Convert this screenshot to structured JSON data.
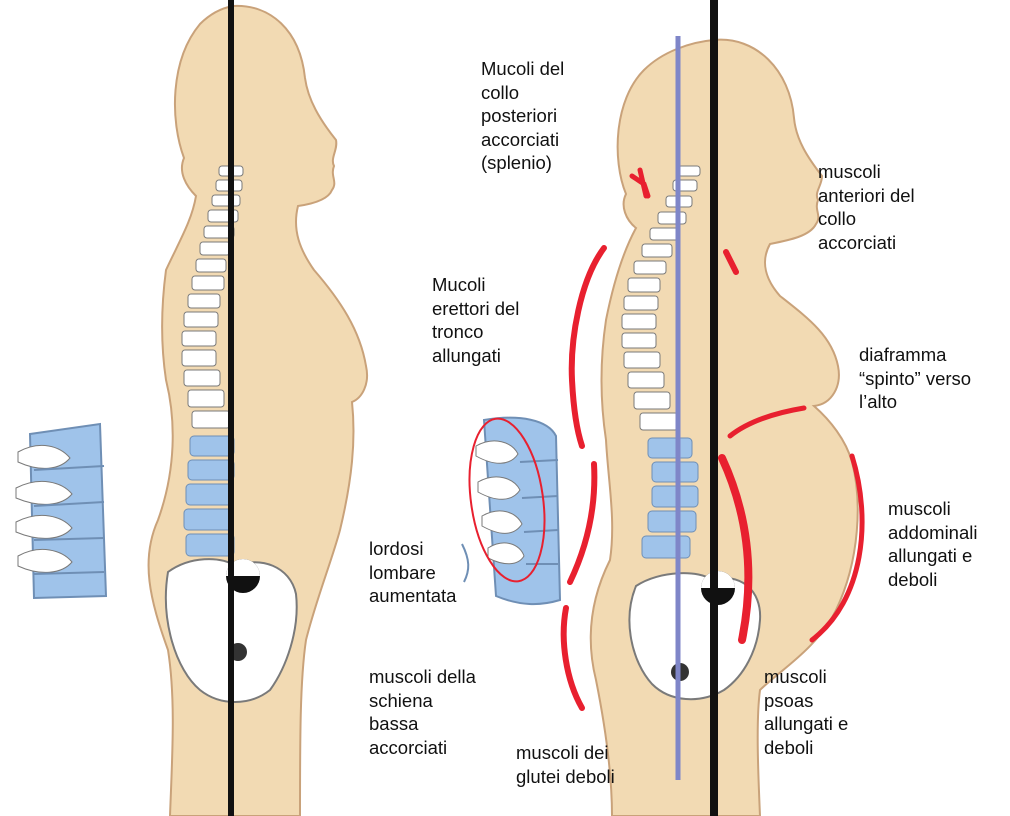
{
  "colors": {
    "skin": "#f2dab3",
    "skin_outline": "#c9a27a",
    "spine_bone": "#ffffff",
    "spine_outline": "#7a7a7a",
    "lumbar_blue": "#9fc3ea",
    "plumb_line": "#111111",
    "blue_line": "#7f86c8",
    "muscle_mark": "#e8202f"
  },
  "labels": {
    "neck_posterior": "Mucoli del\ncollo\nposteriori\naccorciati\n(splenio)",
    "neck_anterior": "muscoli\nanteriori del\ncollo\naccorciati",
    "trunk_erectors": "Mucoli\nerettori del\ntronco\nallungati",
    "diaphragm": "diaframma\n“spinto” verso\nl’alto",
    "abdominals": "muscoli\naddominali\nallungati e\ndeboli",
    "lordosis": "lordosi\nlombare\naumentata",
    "lower_back": "muscoli della\nschiena\nbassa\naccorciati",
    "glutes": "muscoli dei\nglutei deboli",
    "psoas": "muscoli\npsoas\nallungati e\ndeboli"
  }
}
